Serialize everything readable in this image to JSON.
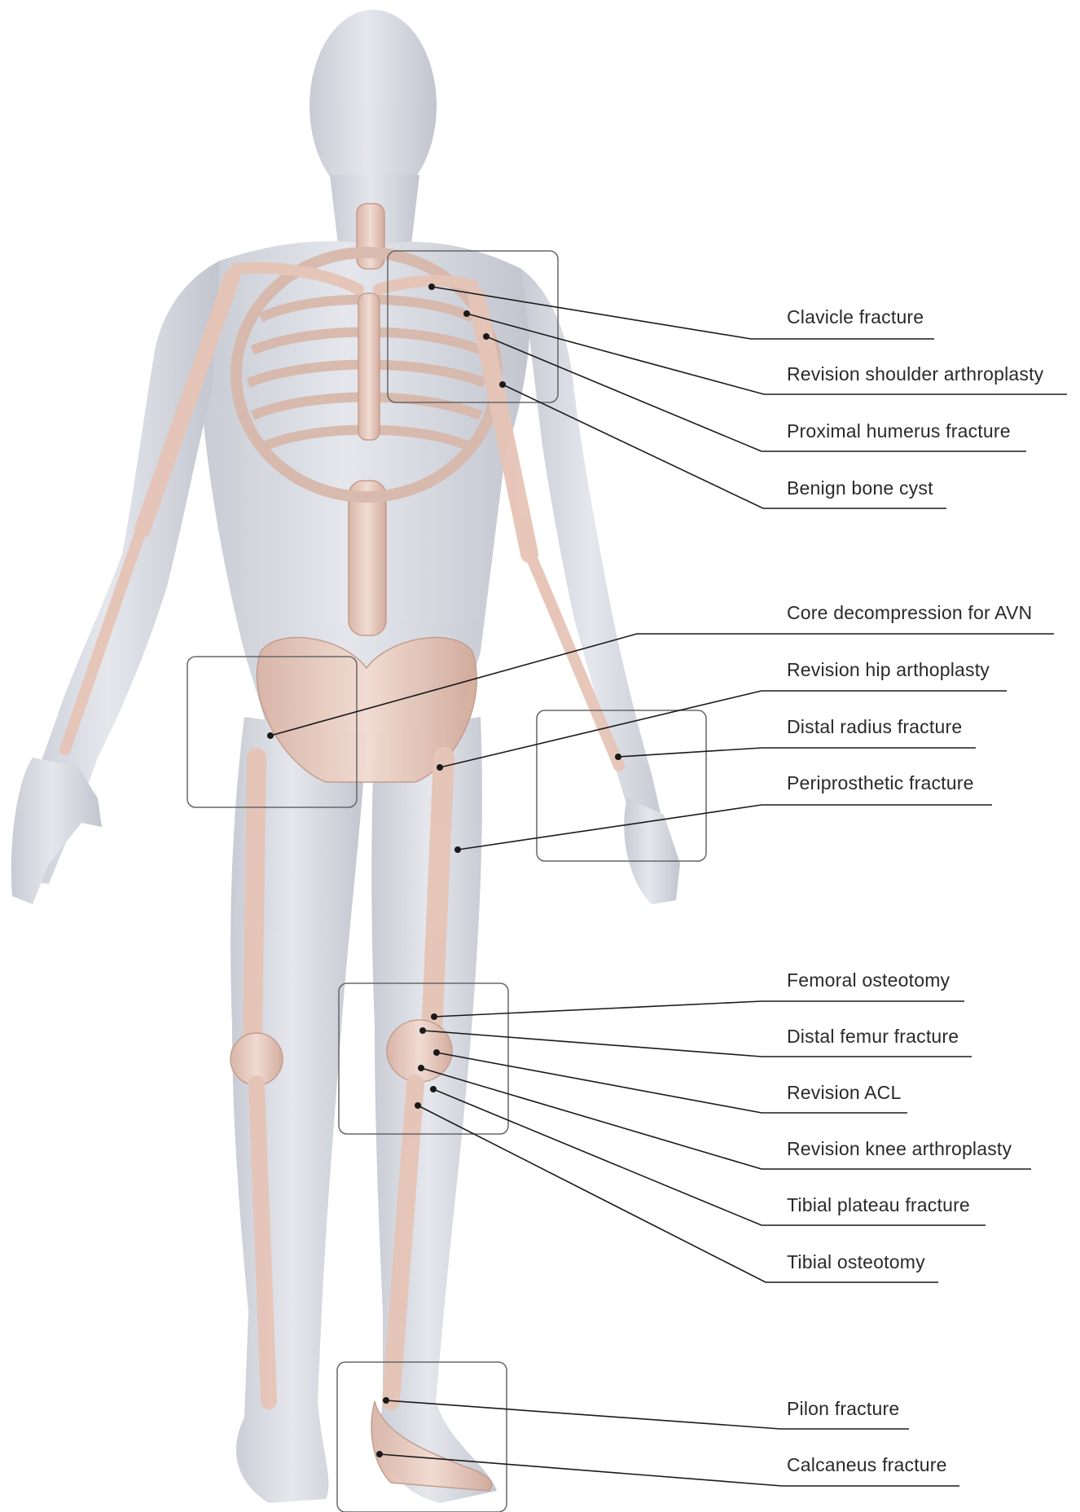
{
  "labels": [
    {
      "id": "clavicle",
      "text": "Clavicle fracture"
    },
    {
      "id": "shoulder-arthroplasty",
      "text": "Revision shoulder arthroplasty"
    },
    {
      "id": "proximal-humerus",
      "text": "Proximal humerus fracture"
    },
    {
      "id": "bone-cyst",
      "text": "Benign bone cyst"
    },
    {
      "id": "core-decompression",
      "text": "Core decompression for AVN"
    },
    {
      "id": "hip-arthroplasty",
      "text": "Revision hip arthoplasty"
    },
    {
      "id": "distal-radius",
      "text": "Distal radius fracture"
    },
    {
      "id": "periprosthetic",
      "text": "Periprosthetic fracture"
    },
    {
      "id": "femoral-osteotomy",
      "text": "Femoral osteotomy"
    },
    {
      "id": "distal-femur",
      "text": "Distal femur fracture"
    },
    {
      "id": "revision-acl",
      "text": "Revision ACL"
    },
    {
      "id": "knee-arthroplasty",
      "text": "Revision knee arthroplasty"
    },
    {
      "id": "tibial-plateau",
      "text": "Tibial plateau fracture"
    },
    {
      "id": "tibial-osteotomy",
      "text": "Tibial osteotomy"
    },
    {
      "id": "pilon",
      "text": "Pilon fracture"
    },
    {
      "id": "calcaneus",
      "text": "Calcaneus fracture"
    }
  ],
  "colors": {
    "skin": "#d9dce4",
    "skin_shadow": "#b9bcc6",
    "bone": "#e8cbbf",
    "bone_highlight": "#f0d9cf",
    "leader": "#1a1a1a",
    "box": "#666666",
    "text": "#2a2a2a"
  }
}
